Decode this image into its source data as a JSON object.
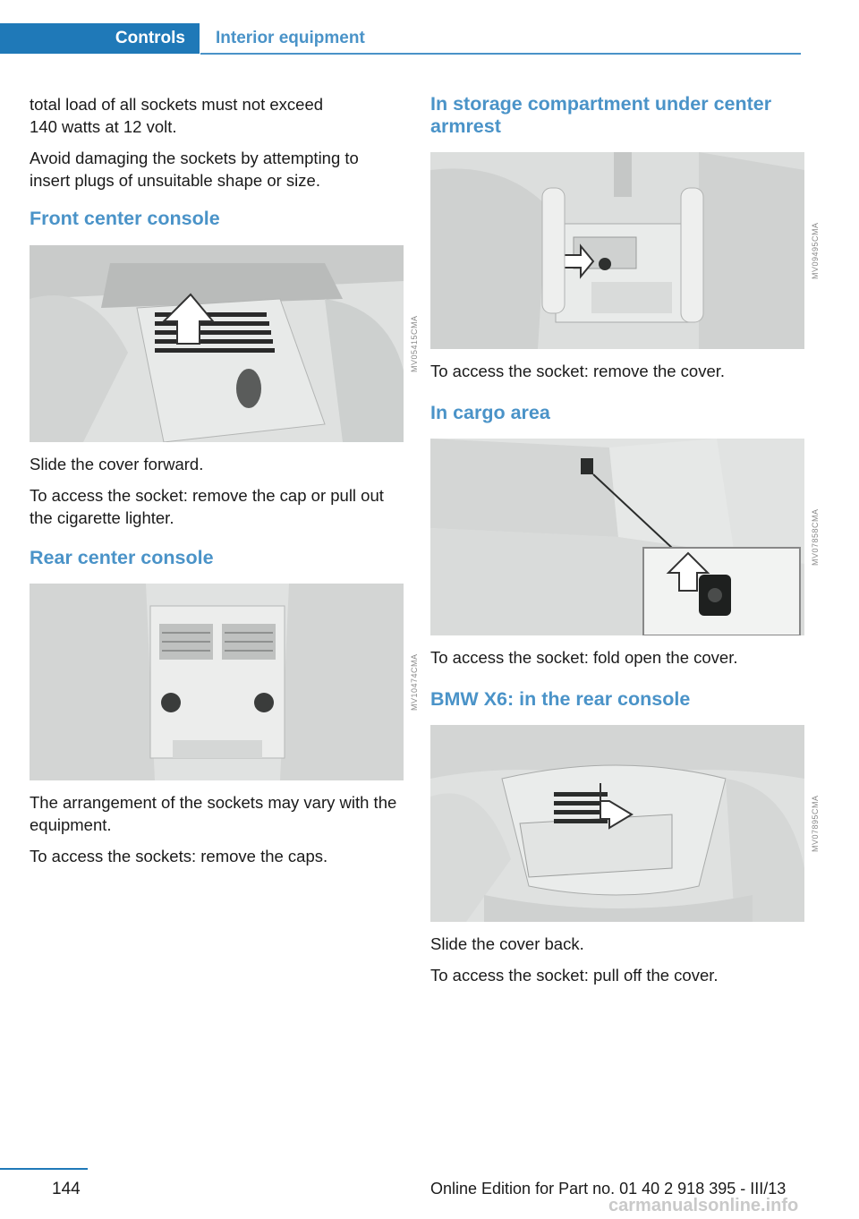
{
  "header": {
    "tab_active": "Controls",
    "tab_inactive": "Interior equipment"
  },
  "left": {
    "intro_1": "total load of all sockets must not exceed 140 watts at 12 volt.",
    "intro_2": "Avoid damaging the sockets by attempting to insert plugs of unsuitable shape or size.",
    "front": {
      "heading": "Front center console",
      "figure_code": "MV05415CMA",
      "text_1": "Slide the cover forward.",
      "text_2": "To access the socket: remove the cap or pull out the cigarette lighter."
    },
    "rear": {
      "heading": "Rear center console",
      "figure_code": "MV10474CMA",
      "text_1": "The arrangement of the sockets may vary with the equipment.",
      "text_2": "To access the sockets: remove the caps."
    }
  },
  "right": {
    "armrest": {
      "heading": "In storage compartment under center armrest",
      "figure_code": "MV09495CMA",
      "text_1": "To access the socket: remove the cover."
    },
    "cargo": {
      "heading": "In cargo area",
      "figure_code": "MV07858CMA",
      "text_1": "To access the socket: fold open the cover."
    },
    "x6": {
      "heading": "BMW X6: in the rear console",
      "figure_code": "MV07895CMA",
      "text_1": "Slide the cover back.",
      "text_2": "To access the socket: pull off the cover."
    }
  },
  "footer": {
    "page_number": "144",
    "edition": "Online Edition for Part no. 01 40 2 918 395 - III/13",
    "watermark": "carmanualsonline.info"
  },
  "colors": {
    "accent": "#1f79b8",
    "heading": "#4a93c8"
  }
}
